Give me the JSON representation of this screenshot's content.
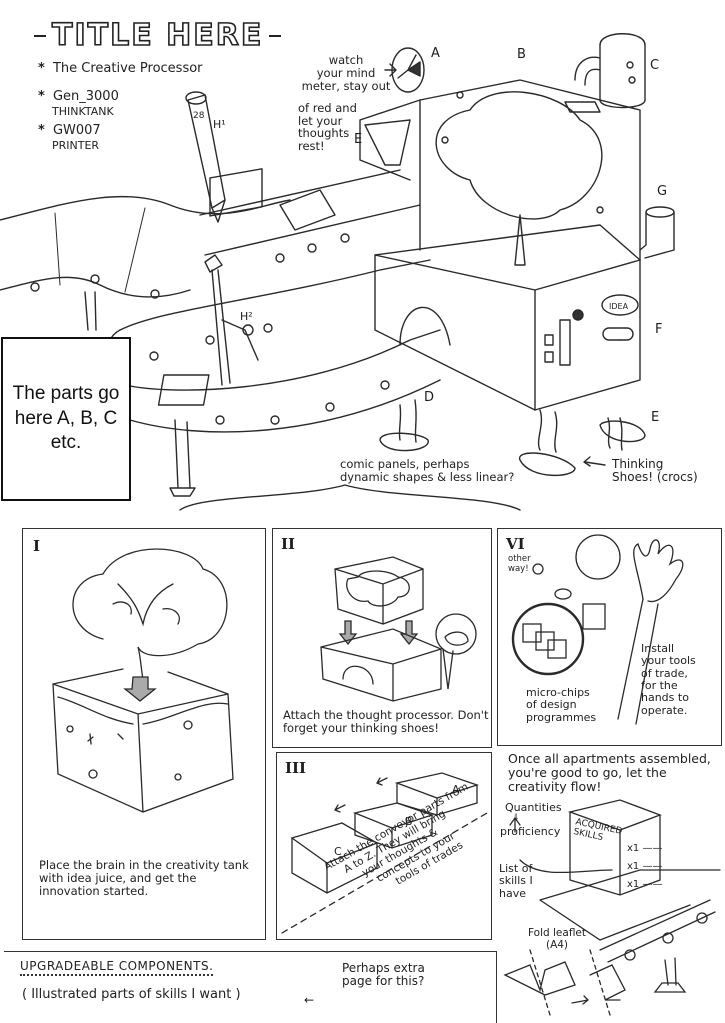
{
  "header": {
    "title": "TITLE HERE",
    "specs": [
      {
        "line1": "The Creative Processor",
        "line2": ""
      },
      {
        "line1": "Gen_3000",
        "line2": "THINKTANK"
      },
      {
        "line1": "GW007",
        "line2": "PRINTER"
      }
    ],
    "bullet_glyph": "*"
  },
  "machine": {
    "callout_meter": [
      "watch",
      "your mind",
      "meter, stay out",
      "of red and",
      "let your",
      "thoughts",
      "rest!"
    ],
    "labels": {
      "A": "A",
      "B": "B",
      "C": "C",
      "D": "D",
      "E_top": "E",
      "E_bottom": "E",
      "F": "F",
      "G": "G",
      "H1": "H¹",
      "H2": "H²"
    },
    "pencil_number": "28",
    "idea_bubble": "IDEA",
    "shoes_note": [
      "Thinking",
      "Shoes! (crocs)"
    ],
    "panels_note": [
      "comic panels, perhaps",
      "dynamic shapes & less linear?"
    ]
  },
  "parts_box": {
    "text": "The parts go here A, B, C etc."
  },
  "panels": [
    {
      "numeral": "I",
      "caption": "Place the brain in the creativity tank with idea juice, and get the innovation started."
    },
    {
      "numeral": "II",
      "caption": "Attach the thought processor. Don't forget your thinking shoes!"
    },
    {
      "numeral": "VI",
      "side_note": [
        "other",
        "way!"
      ],
      "callout_chips": [
        "micro-chips",
        "of design",
        "programmes"
      ],
      "callout_install": [
        "Install",
        "your tools",
        "of trade,",
        "for the",
        "hands to",
        "operate."
      ]
    },
    {
      "numeral": "III",
      "blocks": [
        "A",
        "B",
        "C"
      ],
      "caption": [
        "Attach the conveyor parts from",
        "A to Z. They will bring",
        "your thoughts &",
        "concepts to your",
        "tools of trades"
      ]
    }
  ],
  "final": {
    "heading": [
      "Once all apartments assembled,",
      "you're good to go, let the",
      "creativity flow!"
    ],
    "quantities": "Quantities",
    "proficiency": "proficiency",
    "skills_list_note": [
      "List of",
      "skills I",
      "have"
    ],
    "box_label": [
      "ACQUIRED",
      "SKILLS"
    ],
    "rows": [
      "x1",
      "x1",
      "x1"
    ]
  },
  "fold": {
    "label": [
      "Fold leaflet",
      "(A4)"
    ]
  },
  "footer": {
    "heading": "UPGRADEABLE COMPONENTS.",
    "subtitle": "( Illustrated parts of skills I want )",
    "note": [
      "Perhaps extra",
      "page for this?"
    ]
  }
}
